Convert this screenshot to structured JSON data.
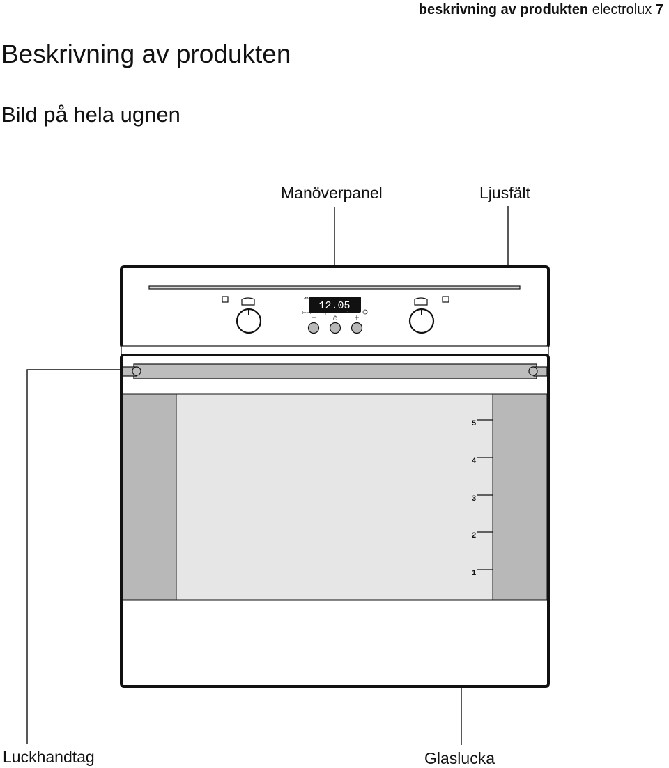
{
  "header": {
    "section": "beskrivning av produkten",
    "brand": "electrolux",
    "page": "7"
  },
  "title": "Beskrivning av produkten",
  "subtitle": "Bild på hela ugnen",
  "labels": {
    "control_panel": "Manöverpanel",
    "light_strip": "Ljusfält",
    "door_handle": "Luckhandtag",
    "glass_door": "Glaslucka"
  },
  "display": {
    "time": "12.05",
    "minus": "−",
    "plus": "+",
    "zero": "0"
  },
  "shelf_levels": [
    "5",
    "4",
    "3",
    "2",
    "1"
  ]
}
